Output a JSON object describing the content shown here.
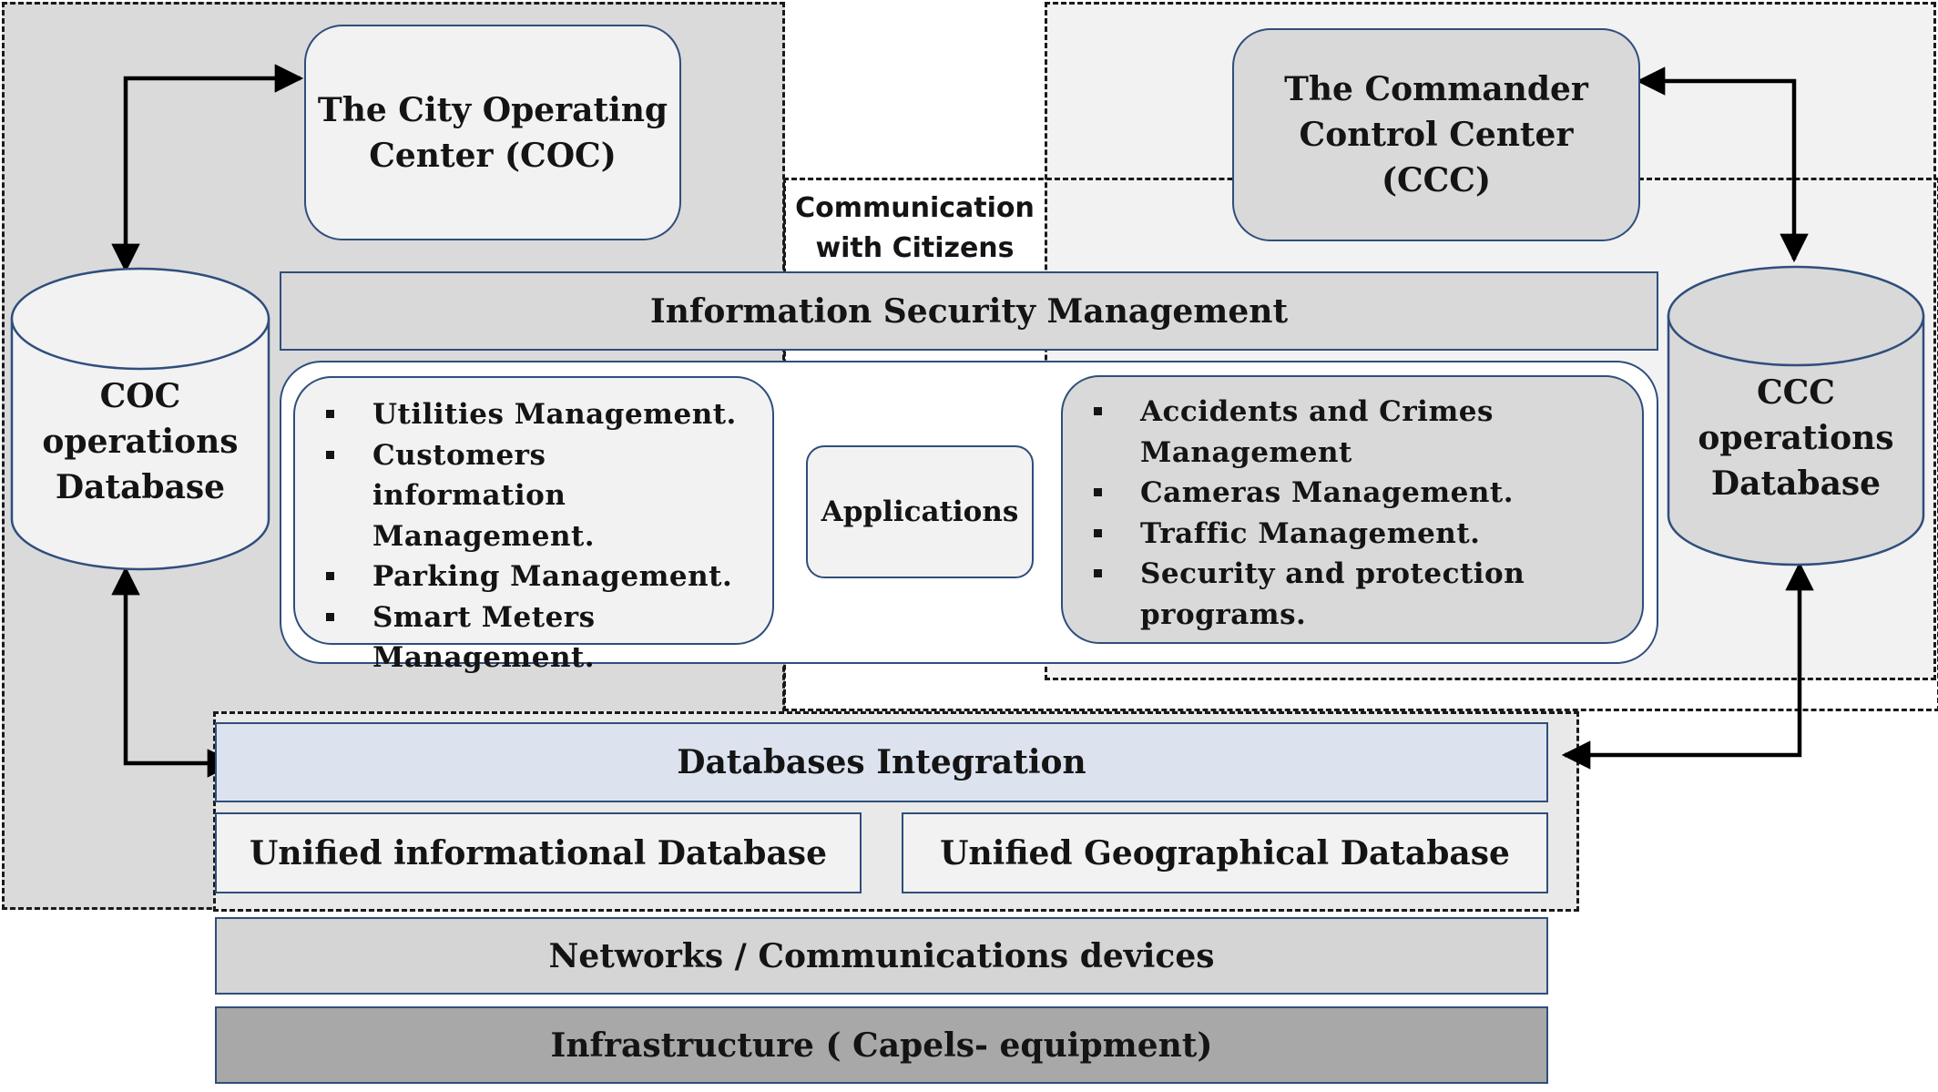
{
  "coc": {
    "title_lines": [
      "The City Operating",
      "Center (COC)"
    ],
    "db_lines": [
      "COC",
      "operations",
      "Database"
    ],
    "apps": [
      "Utilities Management.",
      "Customers information Management.",
      "Parking Management.",
      "Smart Meters Management."
    ]
  },
  "ccc": {
    "title_lines": [
      "The Commander",
      "Control Center",
      "(CCC)"
    ],
    "db_lines": [
      "CCC",
      "operations",
      "Database"
    ],
    "apps": [
      "Accidents and Crimes Management",
      "Cameras Management.",
      "Traffic Management.",
      "Security and protection programs."
    ]
  },
  "communication_lines": [
    "Communication",
    "with Citizens"
  ],
  "security_bar": "Information Security Management",
  "applications_label": "Applications",
  "integration": {
    "title": "Databases Integration",
    "informational": "Unified informational Database",
    "geographical": "Unified Geographical Database"
  },
  "networks_bar": "Networks / Communications devices",
  "infrastructure_bar": "Infrastructure ( Capels- equipment)",
  "colors": {
    "outline_blue": "#2f4e7c",
    "coc_region": "#dadada",
    "ccc_region": "#f2f2f2",
    "integration_region": "#e9e9e9",
    "integration_bar": "#dde3ee",
    "security_bar": "#d9d9d9",
    "networks_bar": "#d5d5d5",
    "infrastructure_bar": "#a8a8a8"
  }
}
